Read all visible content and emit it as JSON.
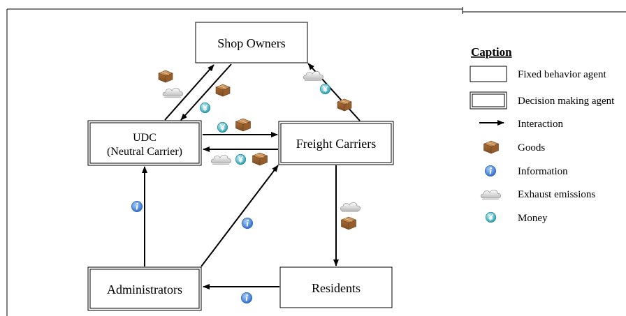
{
  "nodes": {
    "shop_owners": "Shop Owners",
    "udc_line1": "UDC",
    "udc_line2": "(Neutral Carrier)",
    "freight_carriers": "Freight Carriers",
    "administrators": "Administrators",
    "residents": "Residents"
  },
  "legend": {
    "title": "Caption",
    "items": [
      {
        "icon": "fixed-behavior-agent-box",
        "label": "Fixed behavior agent"
      },
      {
        "icon": "decision-making-agent-box",
        "label": "Decision making agent"
      },
      {
        "icon": "interaction-arrow",
        "label": "Interaction"
      },
      {
        "icon": "goods-box-icon",
        "label": "Goods"
      },
      {
        "icon": "information-icon",
        "label": "Information"
      },
      {
        "icon": "exhaust-cloud-icon",
        "label": "Exhaust emissions"
      },
      {
        "icon": "money-coin-icon",
        "label": "Money"
      }
    ]
  },
  "colors": {
    "goods": "#b07a45",
    "information": "#3b78d8",
    "money": "#3fb3c7",
    "emissions": "#c8c8c8"
  },
  "symbols": {
    "information": "i",
    "money": "¥"
  }
}
